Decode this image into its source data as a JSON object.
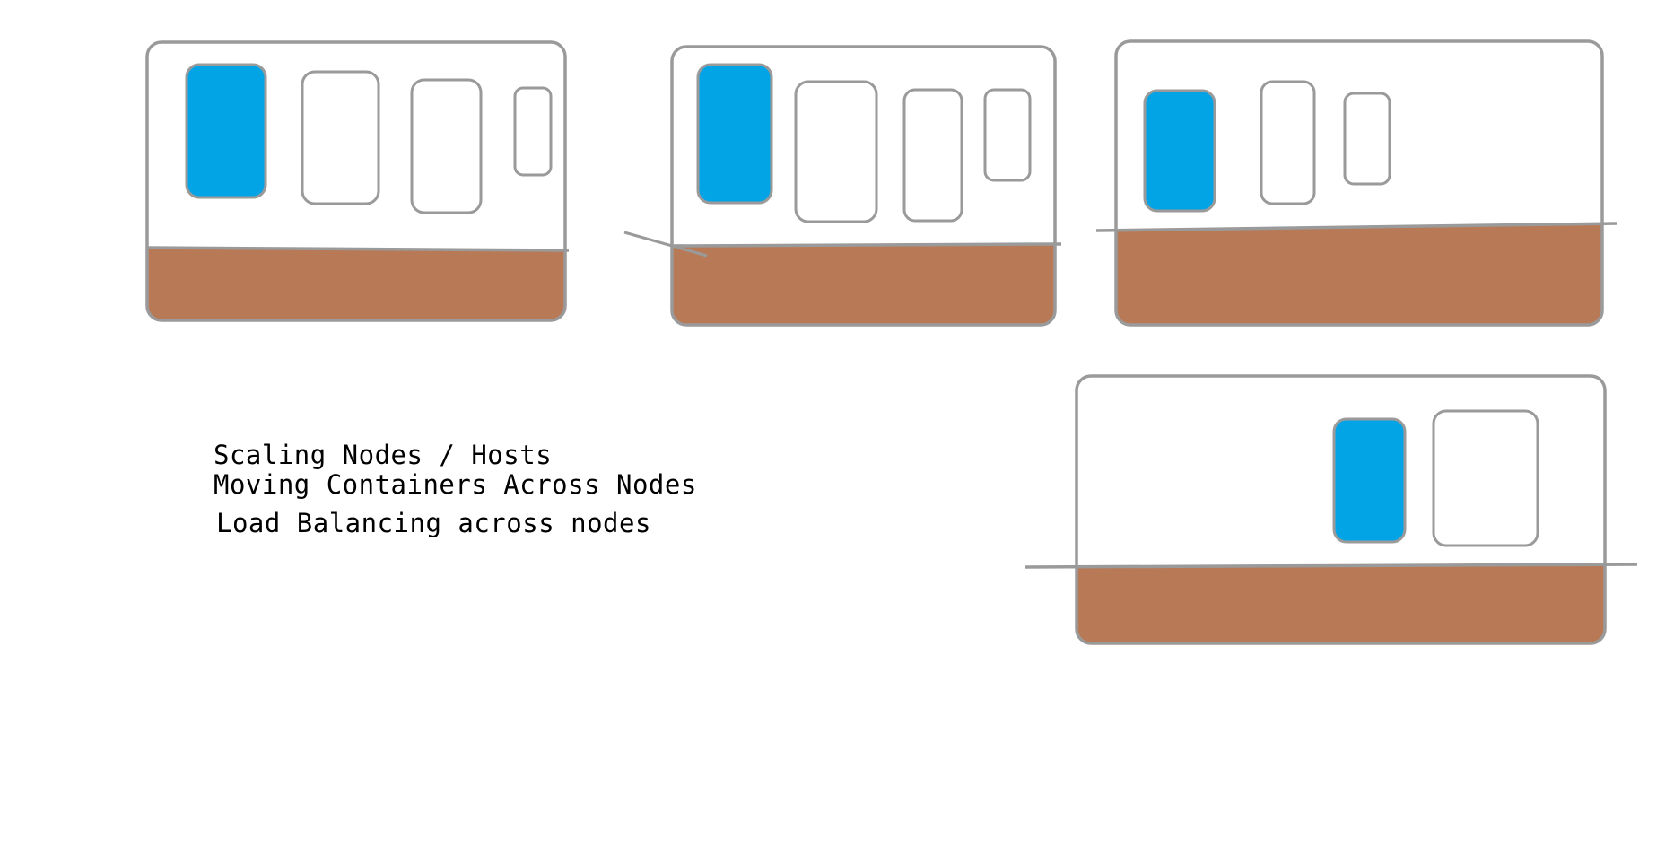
{
  "diagram": {
    "captions": [
      "Scaling Nodes / Hosts",
      "Moving Containers Across Nodes",
      "Load Balancing across nodes"
    ]
  },
  "colors": {
    "outline": "#9a9a9a",
    "host_base": "#b87a56",
    "active_container": "#02a4e6",
    "background": "#ffffff"
  }
}
